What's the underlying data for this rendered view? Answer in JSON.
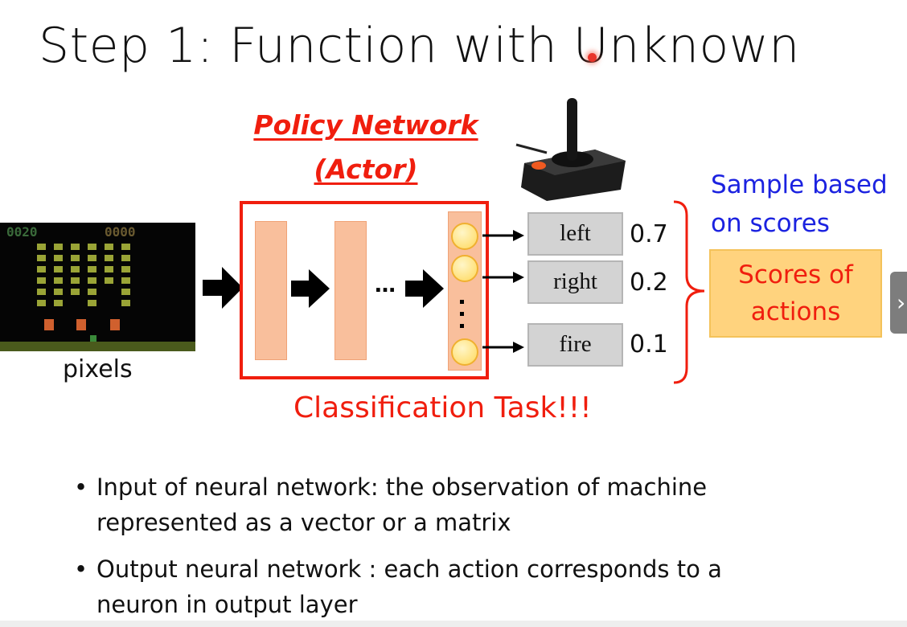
{
  "title": "Step 1: Function with Unknown",
  "policy_network": {
    "line1": "Policy Network",
    "line2": "(Actor)"
  },
  "input_label": "pixels",
  "ellipsis": "…",
  "actions": [
    {
      "label": "left",
      "score": "0.7"
    },
    {
      "label": "right",
      "score": "0.2"
    },
    {
      "label": "fire",
      "score": "0.1"
    }
  ],
  "sample_note": {
    "line1": "Sample based",
    "line2": "on scores"
  },
  "scores_box": {
    "line1": "Scores of",
    "line2": "actions"
  },
  "classification": "Classification Task!!!",
  "bullets": [
    {
      "line1": "Input of neural network: the observation of machine",
      "line2": "represented as a vector or a matrix"
    },
    {
      "line1": "Output neural network : each action corresponds to a",
      "line2": "neuron in output layer"
    }
  ],
  "next_tab_icon": "chevron-right-icon",
  "game_score": {
    "left": "0020",
    "right": "0000"
  },
  "colors": {
    "accent_red": "#f01e0e",
    "blue": "#1b22e0",
    "scores_fill": "#ffd37e",
    "layer_fill": "#f9bf9c"
  }
}
